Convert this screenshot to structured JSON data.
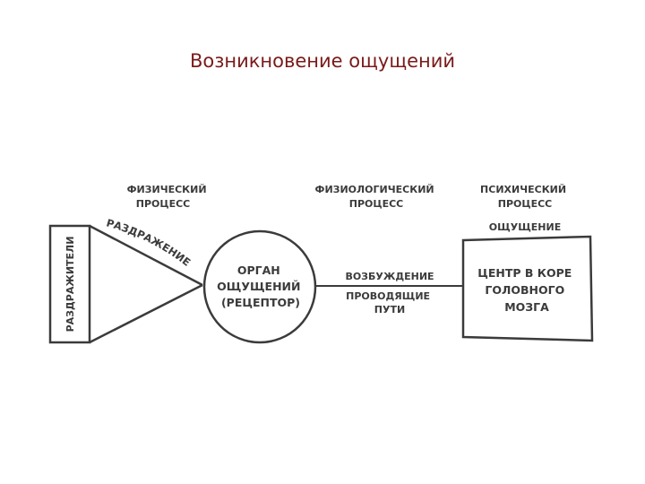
{
  "page": {
    "title": "Возникновение ощущений"
  },
  "diagram": {
    "stimuli_label": "РАЗДРАЖИТЕЛИ",
    "irritation_label": "РАЗДРАЖЕНИЕ",
    "physical_process": [
      "ФИЗИЧЕСКИЙ",
      "ПРОЦЕСС"
    ],
    "physiological_process": [
      "ФИЗИОЛОГИЧЕСКИЙ",
      "ПРОЦЕСС"
    ],
    "psychic_process": [
      "ПСИХИЧЕСКИЙ",
      "ПРОЦЕСС"
    ],
    "sensation_label": "ОЩУЩЕНИЕ",
    "organ": [
      "ОРГАН",
      "ОЩУЩЕНИЙ",
      "(РЕЦЕПТОР)"
    ],
    "excitation_label": "ВОЗБУЖДЕНИЕ",
    "pathways": [
      "ПРОВОДЯЩИЕ",
      "ПУТИ"
    ],
    "center": [
      "ЦЕНТР В КОРЕ",
      "ГОЛОВНОГО",
      "МОЗГА"
    ],
    "colors": {
      "title": "#7a1a1a",
      "ink": "#3b3b3b"
    }
  }
}
